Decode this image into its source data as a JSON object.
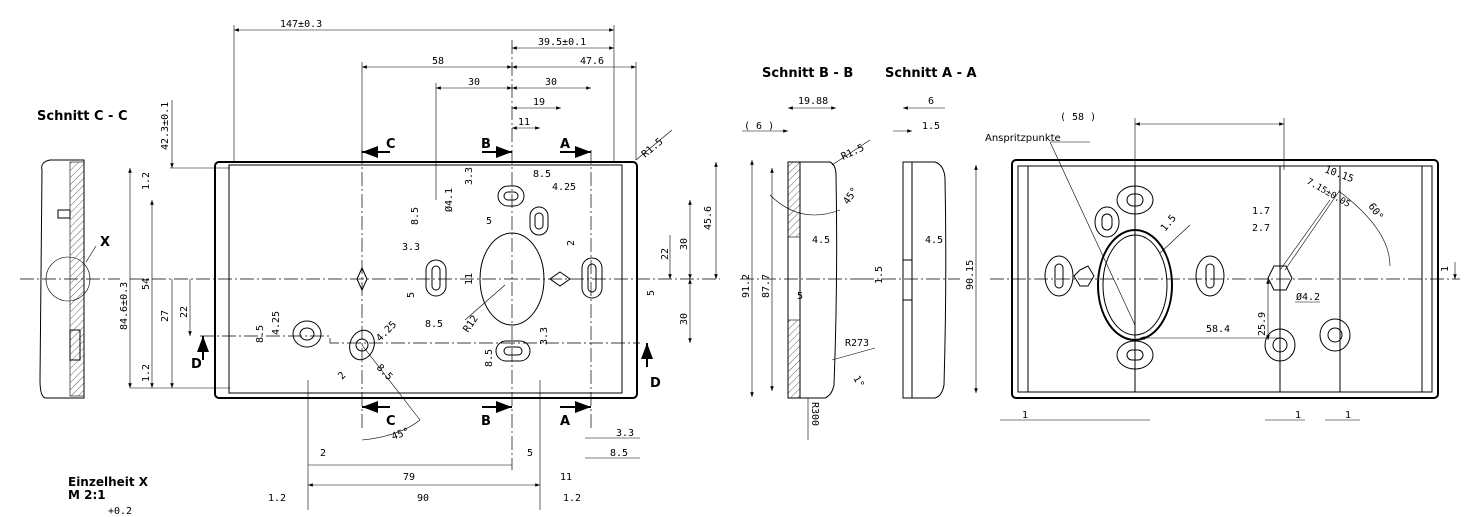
{
  "titles": {
    "section_cc": "Schnitt C - C",
    "section_bb": "Schnitt B - B",
    "section_aa": "Schnitt A - A",
    "detail_x": "Einzelheit X",
    "detail_scale": "M 2:1",
    "detail_tol": "+0.2",
    "detail_marker": "X",
    "injection_points": "Anspritzpunkte"
  },
  "section_markers": {
    "c": "C",
    "b": "B",
    "a": "A",
    "d": "D"
  },
  "front_view": {
    "top": [
      "147±0.3",
      "39.5±0.1",
      "58",
      "47.6",
      "30",
      "30",
      "19",
      "11",
      "R1.5"
    ],
    "left": [
      "42.3±0.1",
      "84.6±0.3",
      "54",
      "27",
      "22",
      "1.2",
      "1.2",
      "8.5",
      "4.25"
    ],
    "right": [
      "45.6",
      "30",
      "22",
      "30",
      "5",
      "2"
    ],
    "inner": [
      "Ø4.1",
      "3.3",
      "8.5",
      "8.5",
      "4.25",
      "5",
      "3.3",
      "5",
      "11",
      "8.5",
      "R12",
      "4.25",
      "8.5",
      "2",
      "45°",
      "3.3",
      "8.5"
    ],
    "bottom": [
      "3.3",
      "8.5",
      "5",
      "2",
      "79",
      "11",
      "90",
      "1.2",
      "1.2"
    ]
  },
  "section_b_view": [
    "19.88",
    "( 6 )",
    "R1.5",
    "45°",
    "4.5",
    "91.2",
    "87.7",
    "5",
    "R273",
    "1°",
    "R300"
  ],
  "section_a_view": [
    "6",
    "1.5",
    "4.5",
    "1.5",
    "90.15"
  ],
  "back_view": [
    "( 58 )",
    "10.15",
    "7.15±0.05",
    "60°",
    "1.7",
    "2.7",
    "1",
    "Ø4.2",
    "25.9",
    "58.4",
    "1.5",
    "1",
    "1",
    "1"
  ]
}
